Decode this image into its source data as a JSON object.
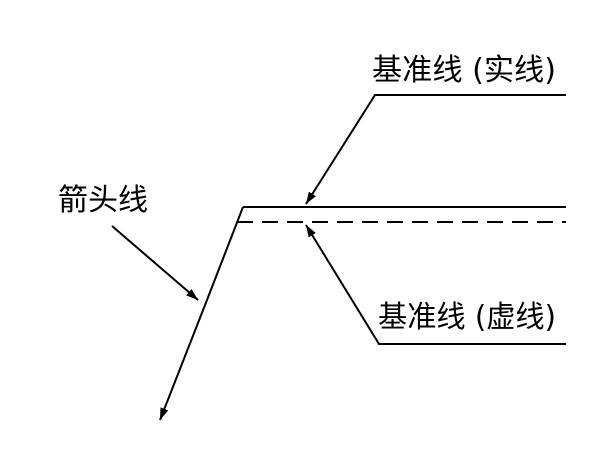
{
  "labels": {
    "arrow_line": "箭头线",
    "reference_line_solid": "基准线 (实线)",
    "reference_line_dashed": "基准线 (虚线)"
  },
  "colors": {
    "line": "#000000",
    "background": "#ffffff"
  }
}
